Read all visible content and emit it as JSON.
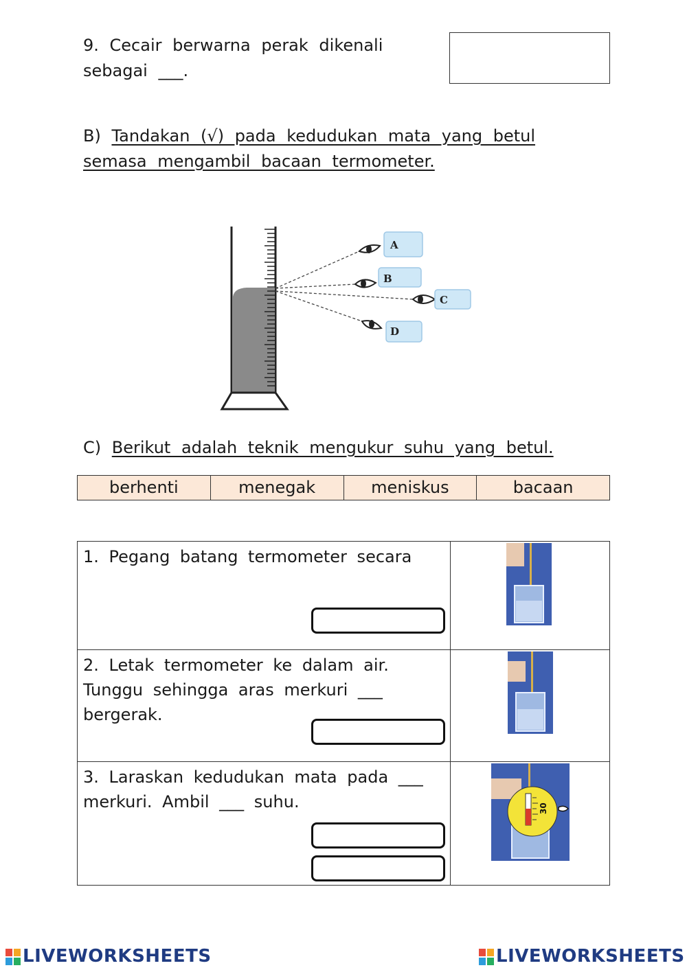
{
  "question9": {
    "line1": "9. Cecair berwarna perak dikenali",
    "line2": "sebagai ___."
  },
  "sectionB": {
    "label": "B)",
    "line1": "Tandakan (√) pada kedudukan mata yang betul",
    "line2": "semasa mengambil bacaan termometer.",
    "options": [
      "A",
      "B",
      "C",
      "D"
    ]
  },
  "sectionC": {
    "label": "C)",
    "title": "Berikut adalah teknik mengukur suhu yang betul.",
    "word_bank": [
      "berhenti",
      "menegak",
      "meniskus",
      "bacaan"
    ],
    "steps": [
      {
        "text": "1. Pegang batang termometer secara"
      },
      {
        "text": "2. Letak termometer ke dalam air. Tunggu sehingga aras merkuri ___ bergerak."
      },
      {
        "text": "3. Laraskan kedudukan mata pada ___ merkuri. Ambil ___ suhu."
      }
    ],
    "zoom_reading": "30"
  },
  "footer": {
    "brand_left": "LIVEWORKSHEETS",
    "brand_right": "LIVEWORKSHEETS"
  },
  "colors": {
    "bank_bg": "#fce8d8",
    "photo_blue": "#3f5fb0",
    "label_box": "#cfe8f7",
    "brand": "#1f3b82"
  }
}
